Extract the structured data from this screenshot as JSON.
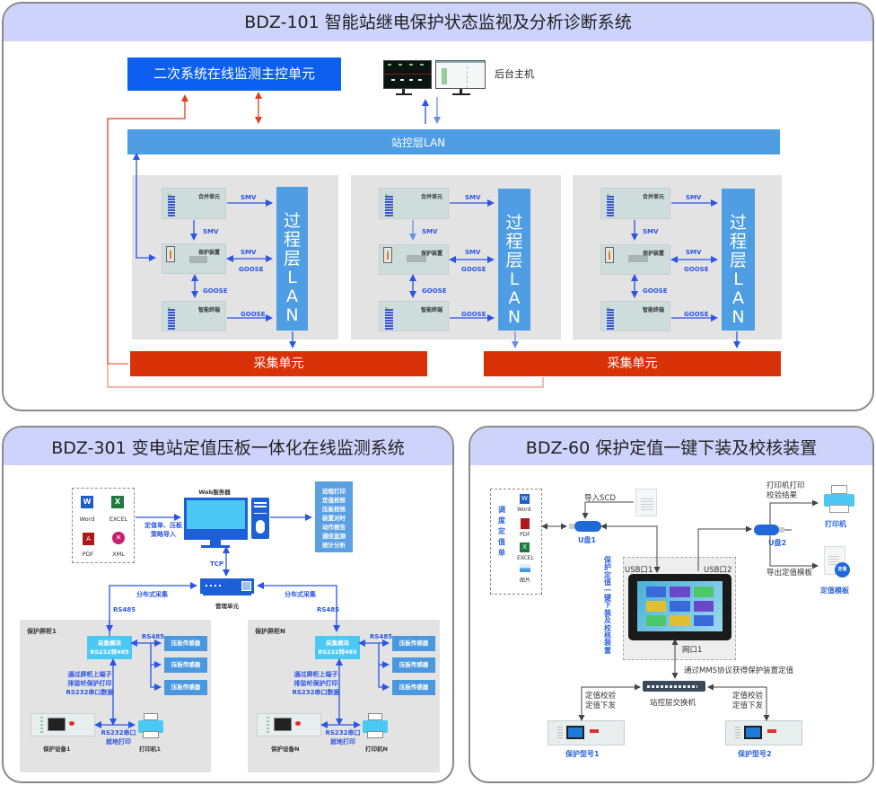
{
  "panels": {
    "bdz101": {
      "title": "BDZ-101 智能站继电保护状态监视及分析诊断系统",
      "main_control_unit": "二次系统在线监测主控单元",
      "backend_host": "后台主机",
      "station_lan": "站控层LAN",
      "bays": [
        {
          "merge_unit": "合并单元",
          "protection_device": "保护装置",
          "smart_terminal": "智能终端",
          "process_lan": [
            "过",
            "程",
            "层",
            "L",
            "A",
            "N"
          ],
          "links": {
            "mu_to_lan": "SMV",
            "mu_to_prot": "SMV",
            "prot_lan_top": "SMV",
            "prot_lan_bottom": "GOOSE",
            "prot_to_term": "GOOSE",
            "term_to_lan": "GOOSE"
          }
        },
        {
          "merge_unit": "合并单元",
          "protection_device": "保护装置",
          "smart_terminal": "智能终端",
          "process_lan": [
            "过",
            "程",
            "层",
            "L",
            "A",
            "N"
          ],
          "links": {
            "mu_to_lan": "SMV",
            "mu_to_prot": "SMV",
            "prot_lan_top": "SMV",
            "prot_lan_bottom": "GOOSE",
            "prot_to_term": "GOOSE",
            "term_to_lan": "GOOSE"
          }
        },
        {
          "merge_unit": "合并单元",
          "protection_device": "保护装置",
          "smart_terminal": "智能终端",
          "process_lan": [
            "过",
            "程",
            "层",
            "L",
            "A",
            "N"
          ],
          "links": {
            "mu_to_lan": "SMV",
            "mu_to_prot": "SMV",
            "prot_lan_top": "SMV",
            "prot_lan_bottom": "GOOSE",
            "prot_to_term": "GOOSE",
            "term_to_lan": "GOOSE"
          }
        }
      ],
      "collection_units": [
        "采集单元",
        "采集单元"
      ]
    },
    "bdz301": {
      "title": "BDZ-301 变电站定值压板一体化在线监测系统",
      "file_types": [
        "Word",
        "EXCEL",
        "PDF",
        "XML"
      ],
      "import_label": [
        "定值单、压板",
        "策略导入"
      ],
      "web_server": "Web服务器",
      "functions": [
        "远程打印",
        "定值校核",
        "压板校核",
        "装置对时",
        "动作报告",
        "通信监测",
        "统计分析"
      ],
      "tcp": "TCP",
      "management_unit": "管理单元",
      "distributed_collection": "分布式采集",
      "rs485": "RS485",
      "cabinets": [
        {
          "name": "保护屏柜1",
          "module_line1": "采集模块",
          "module_line2": "RS232转485",
          "rs485": "RS485",
          "sensors": [
            "压板传感器",
            "压板传感器",
            "压板传感器"
          ],
          "listen_text": [
            "通过屏柜上端子",
            "排监听保护打印",
            "RS232串口数据"
          ],
          "serial_text": [
            "RS232串口",
            "就地打印"
          ],
          "device": "保护设备1",
          "printer": "打印机1"
        },
        {
          "name": "保护屏柜N",
          "module_line1": "采集模块",
          "module_line2": "RS232转485",
          "rs485": "RS485",
          "sensors": [
            "压板传感器",
            "压板传感器",
            "压板传感器"
          ],
          "listen_text": [
            "通过屏柜上端子",
            "排监听保护打印",
            "RS232串口数据"
          ],
          "serial_text": [
            "RS232串口",
            "就地打印"
          ],
          "device": "保护设备N",
          "printer": "打印机N"
        }
      ]
    },
    "bdz60": {
      "title": "BDZ-60 保护定值一键下装及校核装置",
      "settings_sheet": [
        "调",
        "度",
        "定",
        "值",
        "单"
      ],
      "file_types": [
        "Word",
        "PDF",
        "EXCEL",
        "图片"
      ],
      "import_scd": "导入SCD",
      "udisk1": "U盘1",
      "udisk2": "U盘2",
      "usb1": "USB口1",
      "usb2": "USB口2",
      "device_vertical": [
        "保",
        "护",
        "定",
        "值",
        "一",
        "键",
        "下",
        "装",
        "及",
        "校",
        "核",
        "装",
        "置"
      ],
      "print_result": [
        "打印机打印",
        "校验结果"
      ],
      "printer": "打印机",
      "export_template": "导出定值模板",
      "template": "定值模板",
      "template_badge": "定值",
      "net_port": "网口1",
      "mms_text": "通过MMS协议获得保护装置定值",
      "switch": "站控层交换机",
      "verify_left": [
        "定值校验",
        "定值下发"
      ],
      "verify_right": [
        "定值校验",
        "定值下发"
      ],
      "device1": "保护型号1",
      "device2": "保护型号2"
    }
  },
  "colors": {
    "header_bg": "#cdd3fb",
    "main_unit_blue": "#0c5ff0",
    "lan_blue": "#4f9de2",
    "collection_red": "#d93208",
    "arrow_blue": "#2a55e8",
    "link_red": "#e05a3a"
  }
}
